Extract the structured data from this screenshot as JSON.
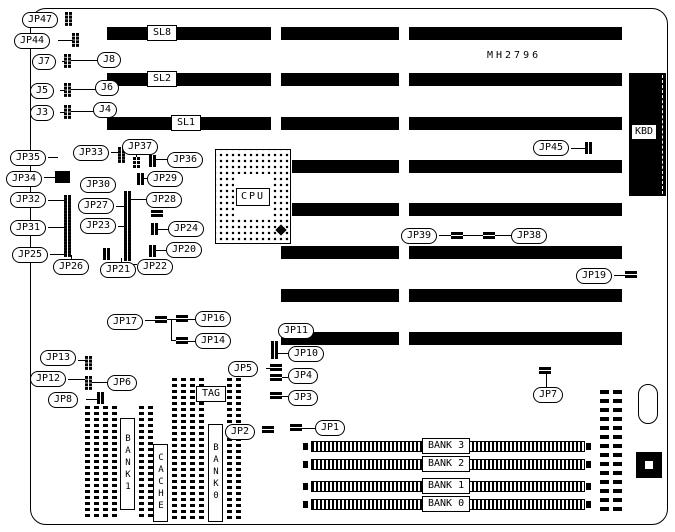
{
  "board": {
    "model": "MH2796",
    "kbd": "KBD",
    "cpu": "CPU"
  },
  "colors": {
    "ink": "#000000",
    "bg": "#ffffff"
  },
  "slots": {
    "sl8": "SL8",
    "sl2": "SL2",
    "sl1": "SL1"
  },
  "jumpers": {
    "jp47": "JP47",
    "jp44": "JP44",
    "j7": "J7",
    "j8": "J8",
    "j5": "J5",
    "j6": "J6",
    "j3": "J3",
    "j4": "J4",
    "jp35": "JP35",
    "jp34": "JP34",
    "jp33": "JP33",
    "jp32": "JP32",
    "jp31": "JP31",
    "jp30": "JP30",
    "jp29": "JP29",
    "jp28": "JP28",
    "jp27": "JP27",
    "jp26": "JP26",
    "jp25": "JP25",
    "jp24": "JP24",
    "jp23": "JP23",
    "jp22": "JP22",
    "jp21": "JP21",
    "jp20": "JP20",
    "jp37": "JP37",
    "jp36": "JP36",
    "jp45": "JP45",
    "jp39": "JP39",
    "jp38": "JP38",
    "jp19": "JP19",
    "jp17": "JP17",
    "jp16": "JP16",
    "jp14": "JP14",
    "jp13": "JP13",
    "jp12": "JP12",
    "jp11": "JP11",
    "jp10": "JP10",
    "jp8": "JP8",
    "jp7": "JP7",
    "jp6": "JP6",
    "jp5": "JP5",
    "jp4": "JP4",
    "jp3": "JP3",
    "jp2": "JP2",
    "jp1": "JP1"
  },
  "memory": {
    "tag": "TAG",
    "bank1": "BANK1",
    "cache": "CACHE",
    "bank0": "BANK0",
    "simm_banks": [
      "BANK 3",
      "BANK 2",
      "BANK 1",
      "BANK 0"
    ]
  }
}
